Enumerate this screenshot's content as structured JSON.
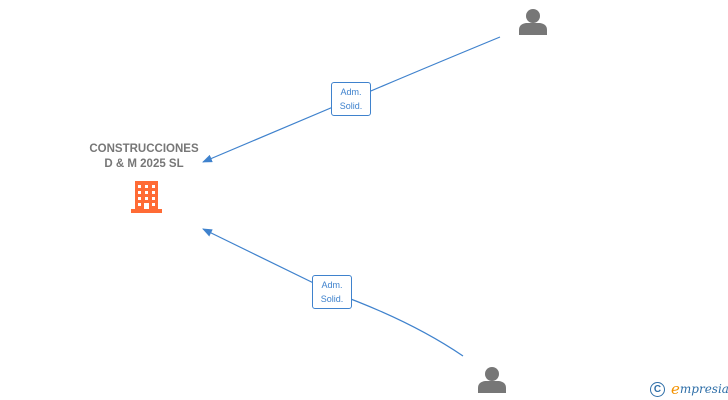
{
  "company": {
    "name_line1": "CONSTRUCCIONES",
    "name_line2": "D & M 2025  SL",
    "icon": "building-icon",
    "icon_color": "#ff6b35"
  },
  "persons": [
    {
      "icon": "person-icon",
      "color": "#777777"
    },
    {
      "icon": "person-icon",
      "color": "#777777"
    }
  ],
  "relations": [
    {
      "line1": "Adm.",
      "line2": "Solid."
    },
    {
      "line1": "Adm.",
      "line2": "Solid."
    }
  ],
  "colors": {
    "edge": "#3f82cd",
    "text": "#777777"
  },
  "watermark": {
    "symbol": "C",
    "brand_first": "e",
    "brand_rest": "mpresia"
  }
}
